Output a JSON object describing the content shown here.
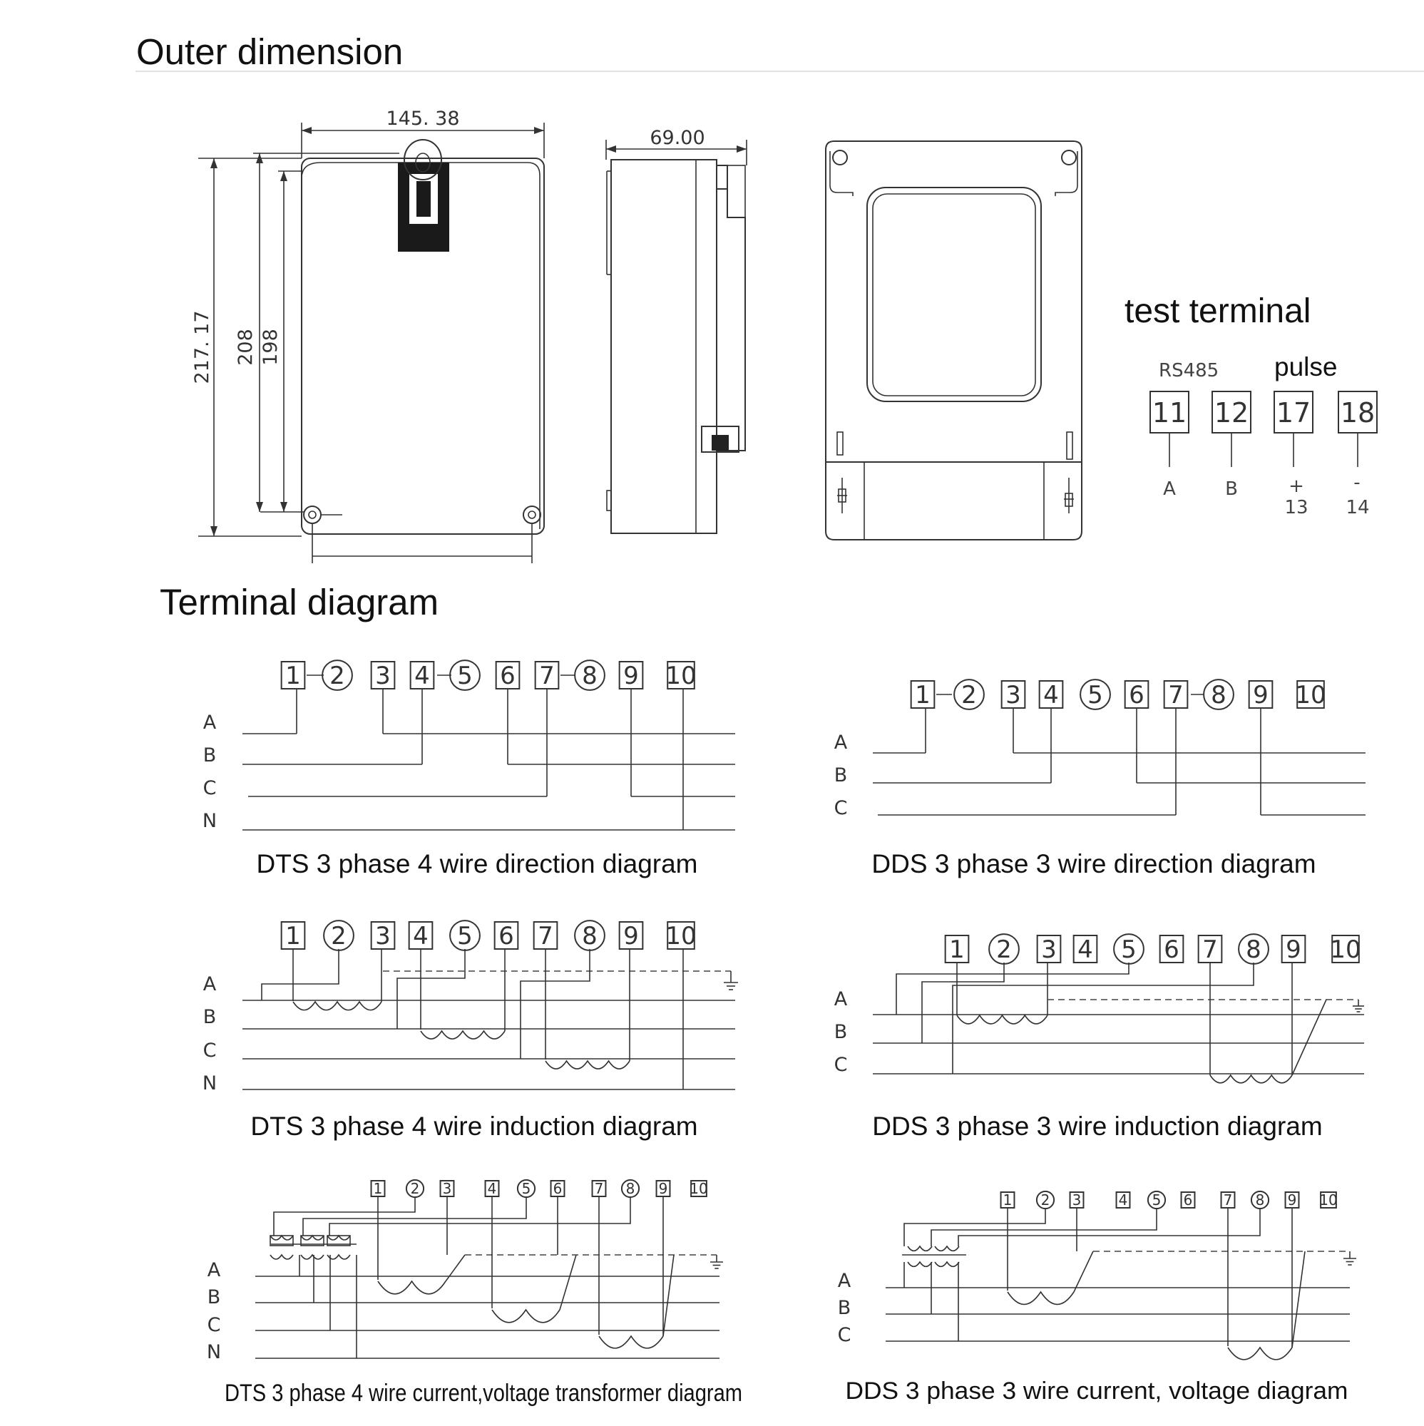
{
  "sections": {
    "outer_dimension": "Outer dimension",
    "terminal_diagram": "Terminal diagram"
  },
  "dimensions": {
    "width": "145. 38",
    "depth": "69.00",
    "height_total": "217. 17",
    "height_mid": "208",
    "height_inner": "198"
  },
  "test_terminal": {
    "title": "test terminal",
    "rs485_label": "RS485",
    "pulse_label": "pulse",
    "terminals": [
      {
        "num": "11",
        "label": "A"
      },
      {
        "num": "12",
        "label": "B"
      },
      {
        "num": "17",
        "sign": "+",
        "label": "13"
      },
      {
        "num": "18",
        "sign": "-",
        "label": "14"
      }
    ]
  },
  "terminals": [
    "1",
    "2",
    "3",
    "4",
    "5",
    "6",
    "7",
    "8",
    "9",
    "10"
  ],
  "phases_4": [
    "A",
    "B",
    "C",
    "N"
  ],
  "phases_3": [
    "A",
    "B",
    "C"
  ],
  "diagrams": [
    {
      "id": "dts-direction",
      "caption": "DTS 3 phase 4 wire direction diagram"
    },
    {
      "id": "dds-direction",
      "caption": "DDS 3 phase 3 wire direction diagram"
    },
    {
      "id": "dts-induction",
      "caption": "DTS 3 phase 4 wire induction diagram"
    },
    {
      "id": "dds-induction",
      "caption": "DDS 3 phase 3 wire induction diagram"
    },
    {
      "id": "dts-transformer",
      "caption": "DTS 3 phase 4 wire current,voltage transformer diagram"
    },
    {
      "id": "dds-transformer",
      "caption": "DDS 3 phase 3 wire  current, voltage diagram"
    }
  ]
}
